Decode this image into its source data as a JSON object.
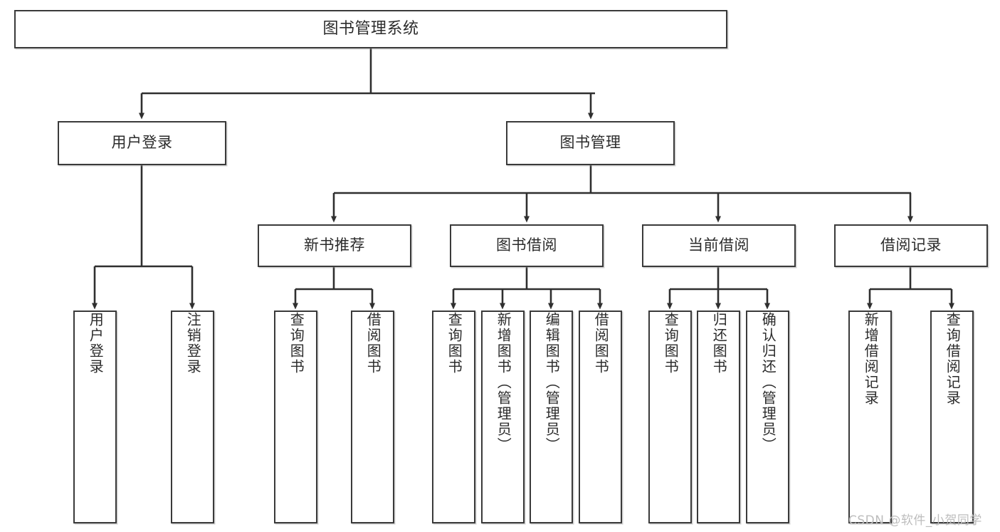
{
  "diagram": {
    "title": "图书管理系统",
    "watermark": "CSDN @软件_小贺同学",
    "colors": {
      "box_border": "#3a3a3a",
      "box_fill": "#ffffff",
      "edge": "#2f2f2f",
      "text": "#2b2b2b",
      "watermark": "#bdbdbd",
      "background": "#ffffff"
    },
    "root": {
      "id": "root",
      "label": "图书管理系统"
    },
    "level2": [
      {
        "id": "user-login",
        "label": "用户登录"
      },
      {
        "id": "book-manage",
        "label": "图书管理"
      }
    ],
    "level3": [
      {
        "id": "new-book-recommend",
        "label": "新书推荐",
        "parent": "book-manage"
      },
      {
        "id": "book-borrow",
        "label": "图书借阅",
        "parent": "book-manage"
      },
      {
        "id": "current-borrow",
        "label": "当前借阅",
        "parent": "book-manage"
      },
      {
        "id": "borrow-record",
        "label": "借阅记录",
        "parent": "book-manage"
      }
    ],
    "leaves": [
      {
        "id": "leaf-user-login",
        "label": "用户登录",
        "parent": "user-login"
      },
      {
        "id": "leaf-user-logout",
        "label": "注销登录",
        "parent": "user-login"
      },
      {
        "id": "leaf-query-book-1",
        "label": "查询图书",
        "parent": "new-book-recommend"
      },
      {
        "id": "leaf-borrow-book-1",
        "label": "借阅图书",
        "parent": "new-book-recommend"
      },
      {
        "id": "leaf-query-book-2",
        "label": "查询图书",
        "parent": "book-borrow"
      },
      {
        "id": "leaf-add-book",
        "label": "新增图书（管理员）",
        "parent": "book-borrow"
      },
      {
        "id": "leaf-edit-book",
        "label": "编辑图书（管理员）",
        "parent": "book-borrow"
      },
      {
        "id": "leaf-borrow-book-2",
        "label": "借阅图书",
        "parent": "book-borrow"
      },
      {
        "id": "leaf-query-book-3",
        "label": "查询图书",
        "parent": "current-borrow"
      },
      {
        "id": "leaf-return-book",
        "label": "归还图书",
        "parent": "current-borrow"
      },
      {
        "id": "leaf-confirm-return",
        "label": "确认归还（管理员）",
        "parent": "current-borrow"
      },
      {
        "id": "leaf-add-record",
        "label": "新增借阅记录",
        "parent": "borrow-record"
      },
      {
        "id": "leaf-query-record",
        "label": "查询借阅记录",
        "parent": "borrow-record"
      }
    ]
  }
}
